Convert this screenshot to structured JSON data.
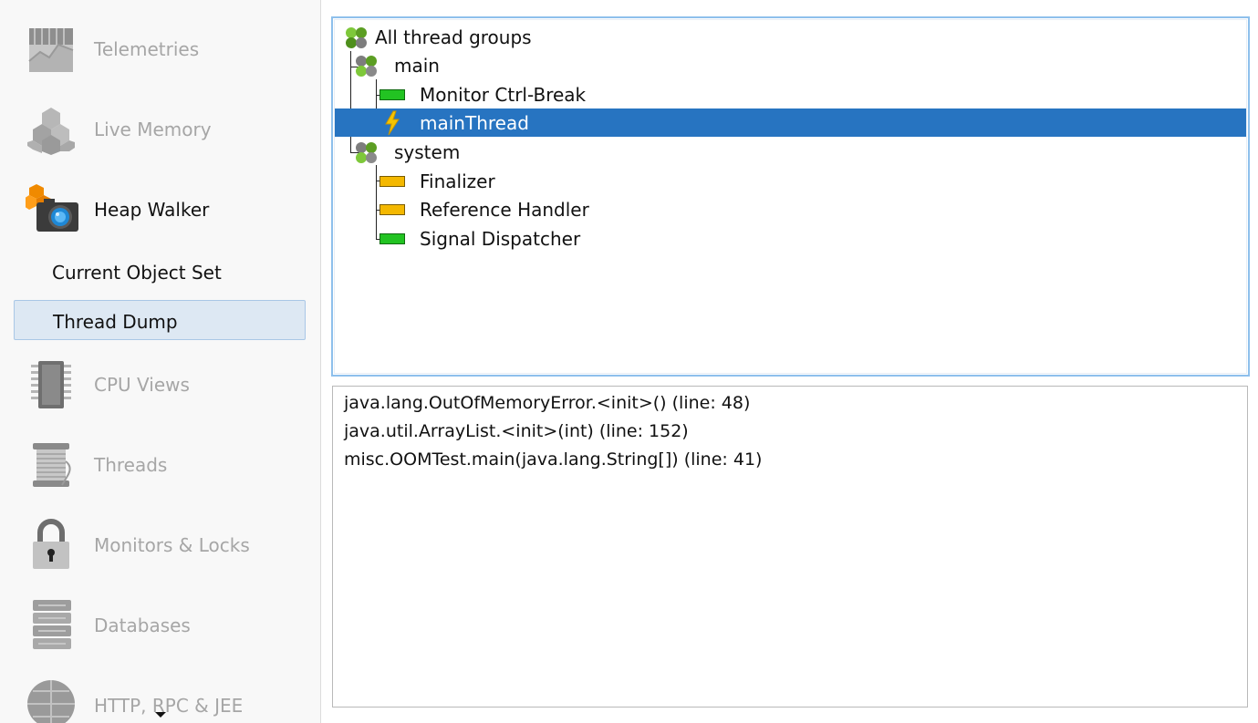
{
  "sidebar": {
    "items": [
      {
        "label": "Telemetries",
        "icon": "telemetry-chart-icon",
        "enabled": false
      },
      {
        "label": "Live Memory",
        "icon": "memory-blocks-icon",
        "enabled": false
      },
      {
        "label": "Heap Walker",
        "icon": "heap-walker-camera-icon",
        "enabled": true
      },
      {
        "label": "CPU Views",
        "icon": "cpu-chip-icon",
        "enabled": false
      },
      {
        "label": "Threads",
        "icon": "thread-spool-icon",
        "enabled": false
      },
      {
        "label": "Monitors & Locks",
        "icon": "padlock-icon",
        "enabled": false
      },
      {
        "label": "Databases",
        "icon": "database-icon",
        "enabled": false
      },
      {
        "label": "HTTP, RPC & JEE",
        "icon": "globe-icon",
        "enabled": false
      }
    ],
    "heap_walker_subitems": [
      {
        "label": "Current Object Set",
        "selected": false
      },
      {
        "label": "Thread Dump",
        "selected": true
      }
    ]
  },
  "thread_tree": {
    "root": "All thread groups",
    "groups": [
      {
        "name": "main",
        "threads": [
          {
            "name": "Monitor Ctrl-Break",
            "state": "runnable",
            "color": "#22c322"
          },
          {
            "name": "mainThread",
            "state": "current",
            "selected": true
          }
        ]
      },
      {
        "name": "system",
        "threads": [
          {
            "name": "Finalizer",
            "state": "waiting",
            "color": "#f4b800"
          },
          {
            "name": "Reference Handler",
            "state": "waiting",
            "color": "#f4b800"
          },
          {
            "name": "Signal Dispatcher",
            "state": "runnable",
            "color": "#22c322"
          }
        ]
      }
    ]
  },
  "stack_trace": [
    "java.lang.OutOfMemoryError.<init>() (line: 48)",
    "java.util.ArrayList.<init>(int) (line: 152)",
    "misc.OOMTest.main(java.lang.String[]) (line: 41)"
  ],
  "colors": {
    "selection": "#2774c1",
    "focus_border": "#8ec0ec",
    "runnable": "#22c322",
    "waiting": "#f4b800",
    "disabled_text": "#a6a6a6"
  }
}
